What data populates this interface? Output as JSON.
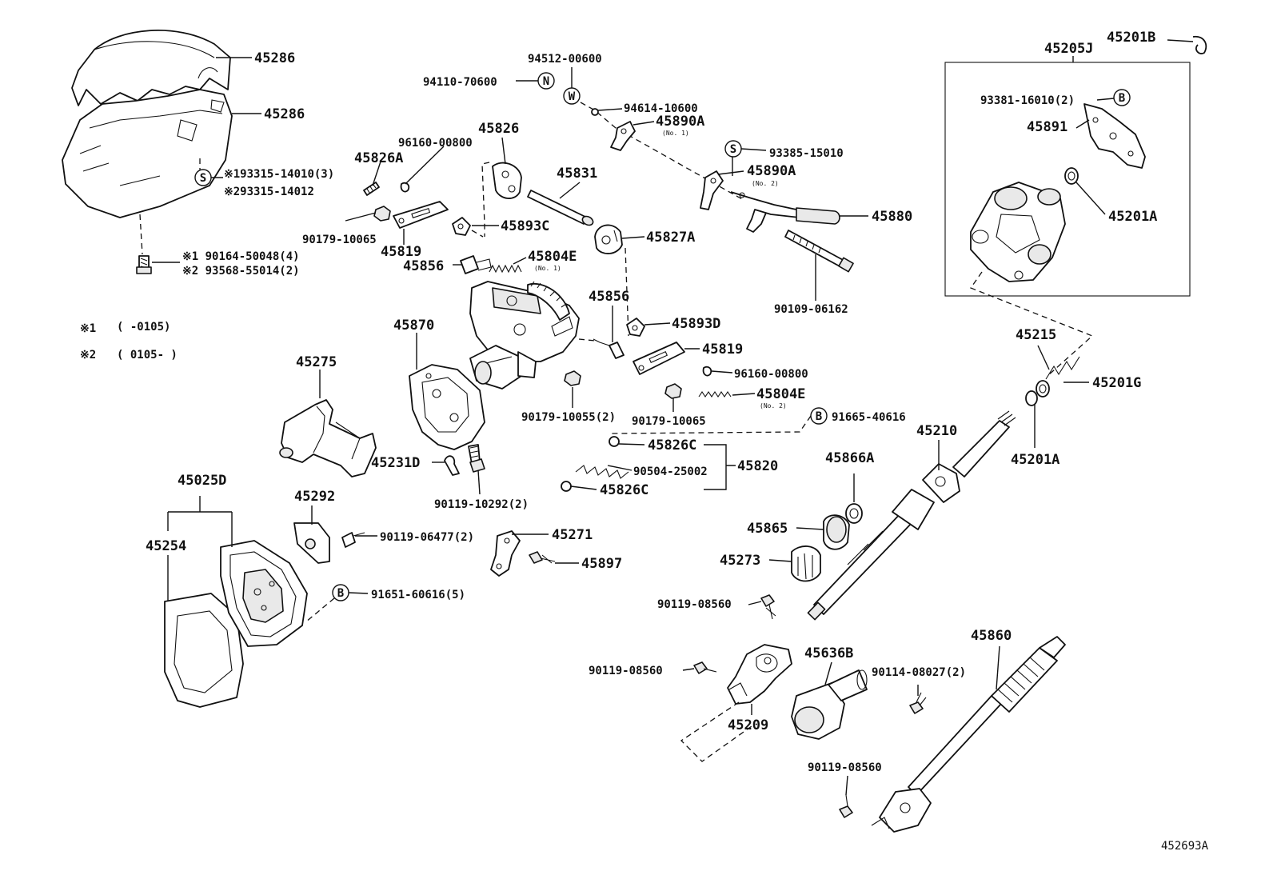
{
  "diagram": {
    "footer_code": "452693A",
    "notes": {
      "n1_mark": "※1",
      "n1_text": "(      -0105)",
      "n2_mark": "※2",
      "n2_text": "( 0105-      )"
    },
    "symbols": {
      "s": "S",
      "n": "N",
      "w": "W",
      "b": "B"
    },
    "labels": {
      "l45286a": "45286",
      "l45286b": "45286",
      "l93315_14010": "※193315-14010(3)",
      "l93315_14012": "※293315-14012",
      "l90164": "※1 90164-50048(4)",
      "l93568": "※2 93568-55014(2)",
      "l94512": "94512-00600",
      "l94110": "94110-70600",
      "l94614": "94614-10600",
      "l45890a1": "45890A",
      "no1a": "(No. 1)",
      "l96160a": "96160-00800",
      "l45826": "45826",
      "l45826a": "45826A",
      "l45831": "45831",
      "l93385": "93385-15010",
      "l45890a2": "45890A",
      "no2a": "(No. 2)",
      "l45880": "45880",
      "l90179a": "90179-10065",
      "l45819a": "45819",
      "l45893c": "45893C",
      "l45827a": "45827A",
      "l45856a": "45856",
      "l45804e1": "45804E",
      "no1b": "(No. 1)",
      "l90109": "90109-06162",
      "l45870": "45870",
      "l45856b": "45856",
      "l45893d": "45893D",
      "l45819b": "45819",
      "l96160b": "96160-00800",
      "l45804e2": "45804E",
      "no2b": "(No. 2)",
      "l90179_10055": "90179-10055(2)",
      "l90179b": "90179-10065",
      "l91665": "91665-40616",
      "l45275": "45275",
      "l45826c1": "45826C",
      "l45820": "45820",
      "l90504": "90504-25002",
      "l45826c2": "45826C",
      "l45231d": "45231D",
      "l90119_10292": "90119-10292(2)",
      "l45025d": "45025D",
      "l45254": "45254",
      "l45292": "45292",
      "l90119_06477": "90119-06477(2)",
      "l45271": "45271",
      "l45897": "45897",
      "l91651": "91651-60616(5)",
      "l45866a": "45866A",
      "l45865": "45865",
      "l45273": "45273",
      "l45205j": "45205J",
      "l45201b": "45201B",
      "l93381": "93381-16010(2)",
      "l45891": "45891",
      "l45201a1": "45201A",
      "l45215": "45215",
      "l45201g": "45201G",
      "l45210": "45210",
      "l45201a2": "45201A",
      "l90119_08560a": "90119-08560",
      "l90119_08560b": "90119-08560",
      "l45636b": "45636B",
      "l90114": "90114-08027(2)",
      "l45209": "45209",
      "l45860": "45860",
      "l90119_08560c": "90119-08560"
    }
  }
}
